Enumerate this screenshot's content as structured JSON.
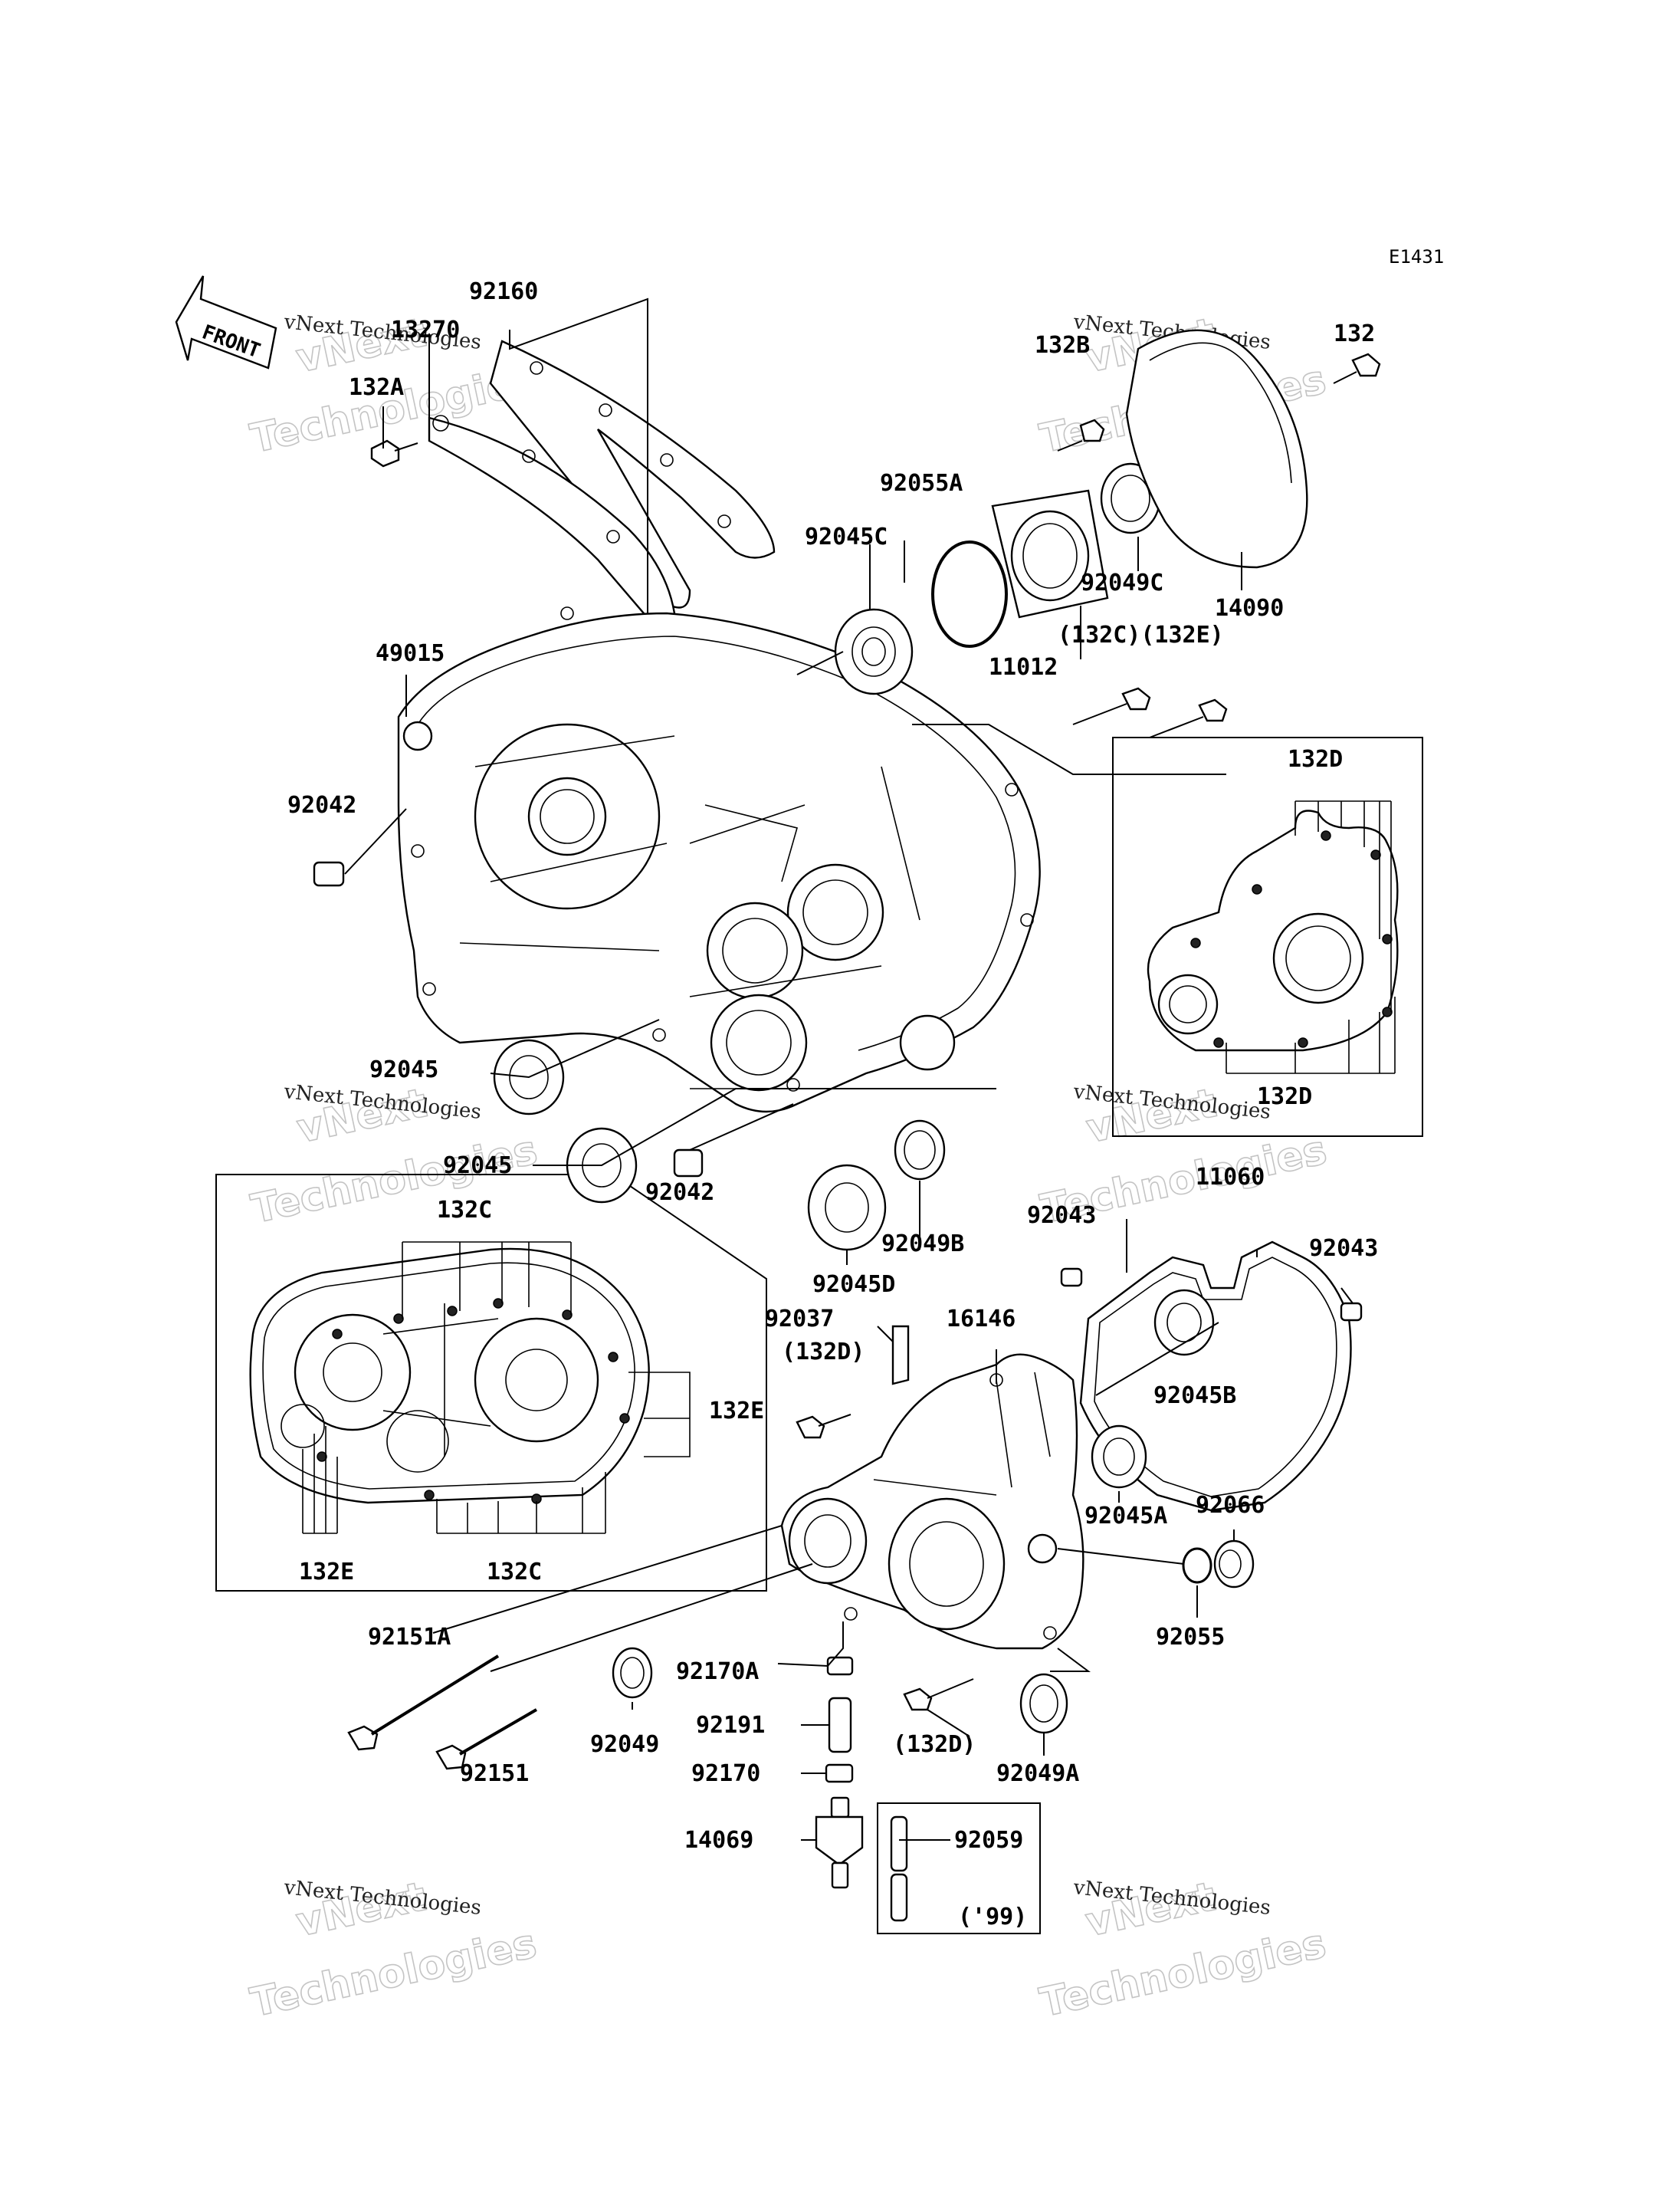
{
  "diagram_code": "E1431",
  "front_label": "FRONT",
  "watermark": {
    "line1": "vNext Technologies",
    "line2": "vNext",
    "line3": "Technologies"
  },
  "labels": [
    {
      "id": "92160",
      "text": "92160"
    },
    {
      "id": "13270",
      "text": "13270"
    },
    {
      "id": "132A",
      "text": "132A"
    },
    {
      "id": "132B",
      "text": "132B"
    },
    {
      "id": "132",
      "text": "132"
    },
    {
      "id": "92055A",
      "text": "92055A"
    },
    {
      "id": "92045C",
      "text": "92045C"
    },
    {
      "id": "92049C",
      "text": "92049C"
    },
    {
      "id": "14090",
      "text": "14090"
    },
    {
      "id": "11012",
      "text": "11012"
    },
    {
      "id": "132C-132E",
      "text": "(132C)(132E)"
    },
    {
      "id": "49015",
      "text": "49015"
    },
    {
      "id": "92042a",
      "text": "92042"
    },
    {
      "id": "132D-top",
      "text": "132D"
    },
    {
      "id": "132D-bottom",
      "text": "132D"
    },
    {
      "id": "92045a",
      "text": "92045"
    },
    {
      "id": "92045b",
      "text": "92045"
    },
    {
      "id": "92042b",
      "text": "92042"
    },
    {
      "id": "92049B",
      "text": "92049B"
    },
    {
      "id": "92045D",
      "text": "92045D"
    },
    {
      "id": "132C-top",
      "text": "132C"
    },
    {
      "id": "132E-right",
      "text": "132E"
    },
    {
      "id": "132E-bottom",
      "text": "132E"
    },
    {
      "id": "132C-bottom",
      "text": "132C"
    },
    {
      "id": "11060",
      "text": "11060"
    },
    {
      "id": "92043a",
      "text": "92043"
    },
    {
      "id": "92043b",
      "text": "92043"
    },
    {
      "id": "92037",
      "text": "92037"
    },
    {
      "id": "132D-paren-a",
      "text": "(132D)"
    },
    {
      "id": "16146",
      "text": "16146"
    },
    {
      "id": "92045B",
      "text": "92045B"
    },
    {
      "id": "92045A",
      "text": "92045A"
    },
    {
      "id": "92066",
      "text": "92066"
    },
    {
      "id": "92055",
      "text": "92055"
    },
    {
      "id": "92151A",
      "text": "92151A"
    },
    {
      "id": "92170A",
      "text": "92170A"
    },
    {
      "id": "92049",
      "text": "92049"
    },
    {
      "id": "92191",
      "text": "92191"
    },
    {
      "id": "132D-paren-b",
      "text": "(132D)"
    },
    {
      "id": "92049A",
      "text": "92049A"
    },
    {
      "id": "92151",
      "text": "92151"
    },
    {
      "id": "92170",
      "text": "92170"
    },
    {
      "id": "14069",
      "text": "14069"
    },
    {
      "id": "92059",
      "text": "92059"
    },
    {
      "id": "year99",
      "text": "('99)"
    }
  ]
}
